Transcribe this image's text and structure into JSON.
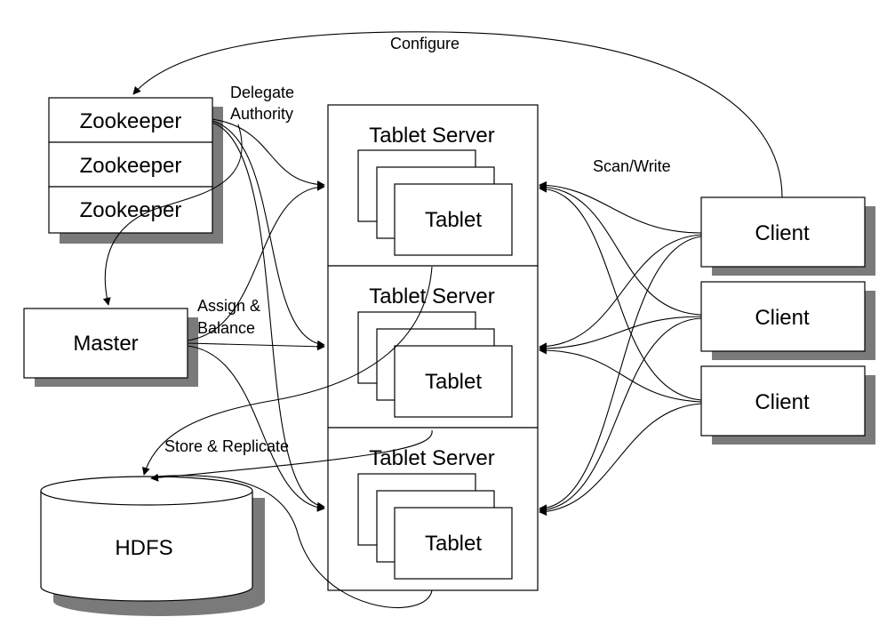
{
  "zookeepers": [
    {
      "label": "Zookeeper"
    },
    {
      "label": "Zookeeper"
    },
    {
      "label": "Zookeeper"
    }
  ],
  "master": {
    "label": "Master"
  },
  "hdfs": {
    "label": "HDFS"
  },
  "tablet_servers": [
    {
      "title": "Tablet Server",
      "tablet": "Tablet"
    },
    {
      "title": "Tablet Server",
      "tablet": "Tablet"
    },
    {
      "title": "Tablet Server",
      "tablet": "Tablet"
    }
  ],
  "clients": [
    {
      "label": "Client"
    },
    {
      "label": "Client"
    },
    {
      "label": "Client"
    }
  ],
  "edge_labels": {
    "configure": "Configure",
    "delegate_line1": "Delegate",
    "delegate_line2": "Authority",
    "assign_line1": "Assign &",
    "assign_line2": "Balance",
    "store_replicate": "Store & Replicate",
    "scan_write": "Scan/Write"
  }
}
